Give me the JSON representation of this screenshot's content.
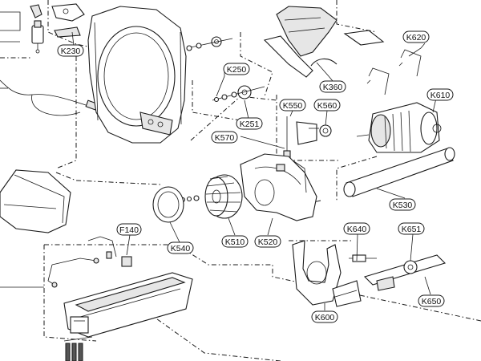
{
  "labels": {
    "k230": "K230",
    "k250": "K250",
    "k251": "K251",
    "k360": "K360",
    "k620": "K620",
    "k610": "K610",
    "k550": "K550",
    "k560": "K560",
    "k570": "K570",
    "k530": "K530",
    "k540": "K540",
    "k510": "K510",
    "k520": "K520",
    "f140": "F140",
    "k640": "K640",
    "k651": "K651",
    "k600": "K600",
    "k650": "K650"
  }
}
